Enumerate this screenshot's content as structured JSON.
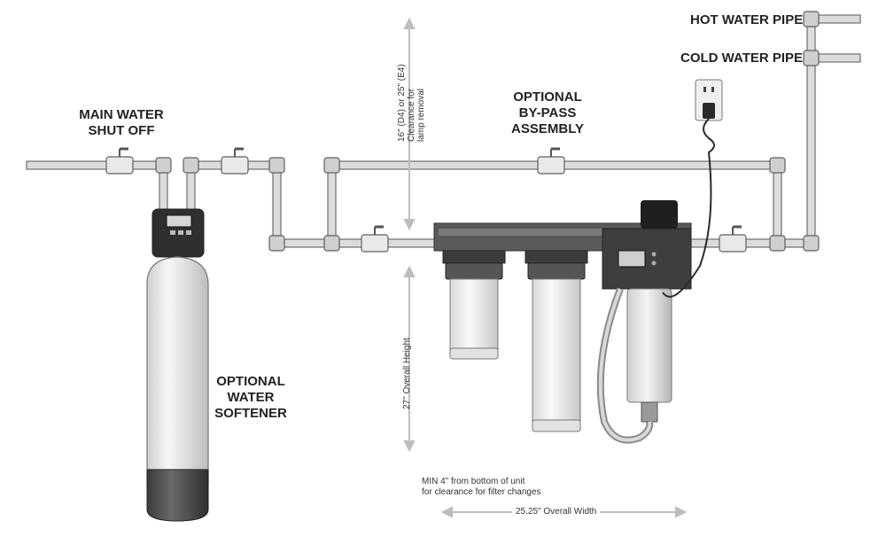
{
  "labels": {
    "main_shutoff_line1": "MAIN WATER",
    "main_shutoff_line2": "SHUT OFF",
    "softener_line1": "OPTIONAL",
    "softener_line2": "WATER",
    "softener_line3": "SOFTENER",
    "bypass_line1": "OPTIONAL",
    "bypass_line2": "BY-PASS",
    "bypass_line3": "ASSEMBLY",
    "hot_pipe": "HOT WATER PIPE",
    "cold_pipe": "COLD WATER PIPE"
  },
  "dimensions": {
    "clearance_line1": "16\" (D4) or 25\" (E4)",
    "clearance_line2": "Clearance for",
    "clearance_line3": "lamp removal",
    "height": "27\" Overall Height",
    "bottom_line1": "MIN 4\" from bottom of unit",
    "bottom_line2": "for clearance for filter changes",
    "width": "25.25\" Overall Width"
  },
  "colors": {
    "pipe_fill": "#dcdcdc",
    "pipe_stroke": "#6e6e6e",
    "tank_body": "#e6e6e6",
    "tank_base": "#4a4a4a",
    "unit_dark": "#3a3a3a",
    "arrow": "#bdbdbd"
  }
}
